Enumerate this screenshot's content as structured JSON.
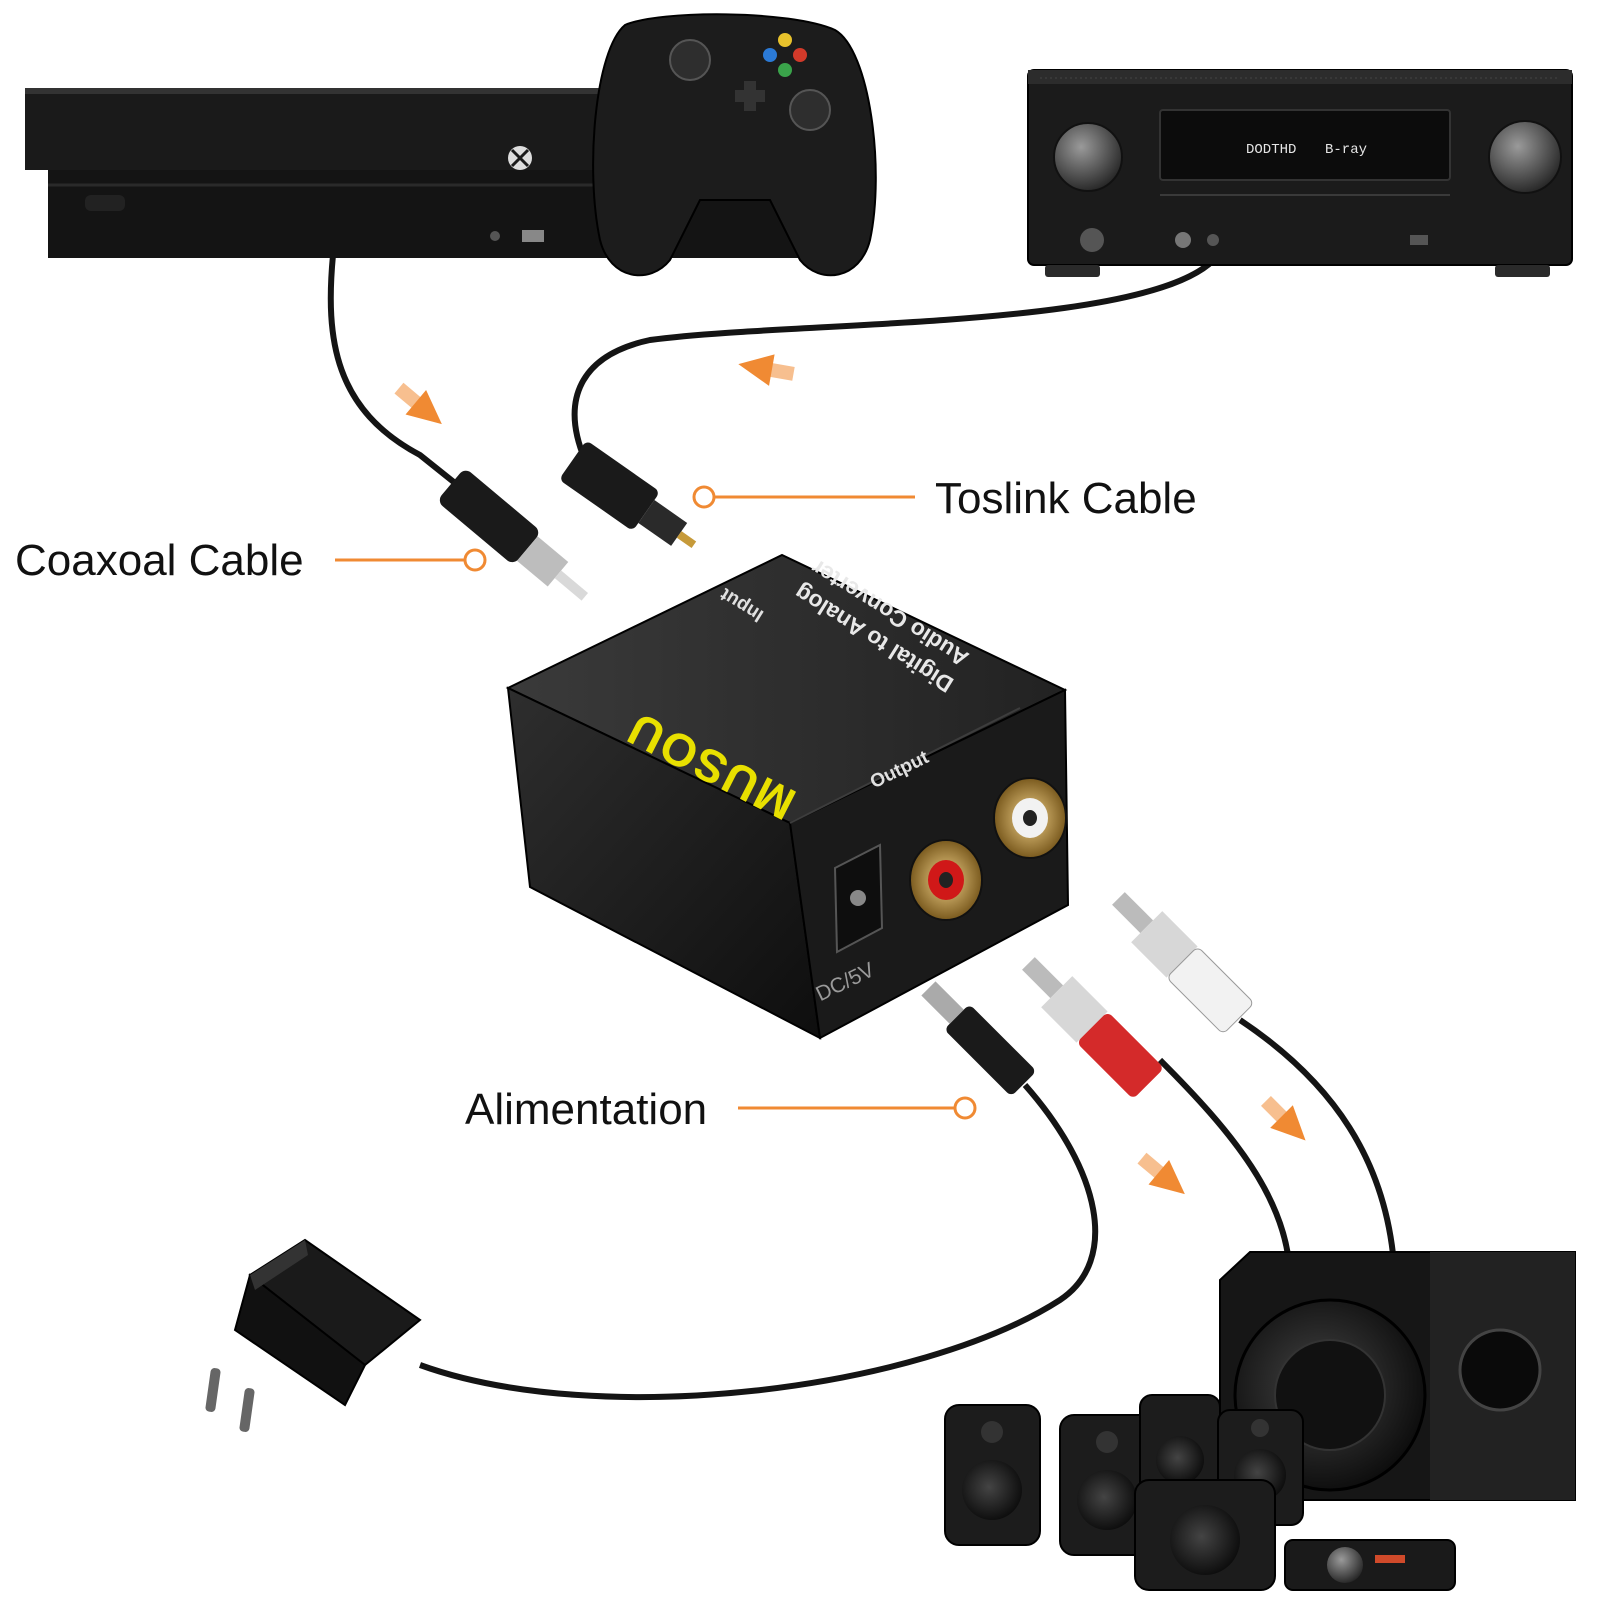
{
  "labels": {
    "coaxial": "Coaxoal Cable",
    "toslink": "Toslink Cable",
    "power": "Alimentation"
  },
  "device": {
    "brand": "MUSOU",
    "title_line1": "Digital  to Analog",
    "title_line2": "Audio Converter",
    "input_label": "Input",
    "output_label": "Output",
    "power_label": "DC/5V"
  },
  "receiver": {
    "display_left": "DODTHD",
    "display_right": "B-ray"
  },
  "colors": {
    "accent": "#f08a33",
    "device_body": "#1e1e1e",
    "brand_yellow": "#e8e000",
    "cable": "#141414"
  },
  "icons": {
    "console": "game-console-icon",
    "controller": "gamepad-icon",
    "receiver": "av-receiver-icon",
    "adapter": "wall-adapter-icon",
    "speakers": "speaker-system-icon"
  }
}
